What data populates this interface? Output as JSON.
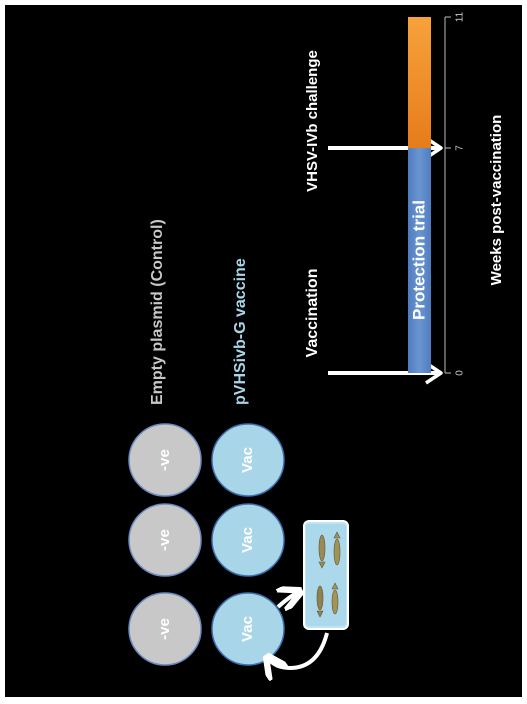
{
  "labels": {
    "control": "Empty plasmid (Control)",
    "vaccine": "pVHSivb-G vaccine",
    "vaccination": "Vaccination",
    "challenge": "VHSV-IVb challenge",
    "trial": "Protection trial",
    "axis": "Weeks post-vaccination"
  },
  "groups": {
    "control": [
      "-ve",
      "-ve",
      "-ve"
    ],
    "vaccine": [
      "Vac",
      "Vac",
      "Vac"
    ]
  },
  "axis_ticks": [
    "0",
    "7",
    "11"
  ],
  "colors": {
    "background": "#000000",
    "border": "#ffffff",
    "control_circle": "#c8c8c8",
    "vaccine_circle": "#a8d6e8",
    "control_text": "#c8c8c8",
    "vaccine_text": "#a8d6e8",
    "protection_bar": "#5b86c4",
    "challenge_bar": "#f08a24",
    "tank_water": "#bfe4f2",
    "arrows": "#ffffff"
  },
  "icons": [
    "fish-tank-icon"
  ]
}
